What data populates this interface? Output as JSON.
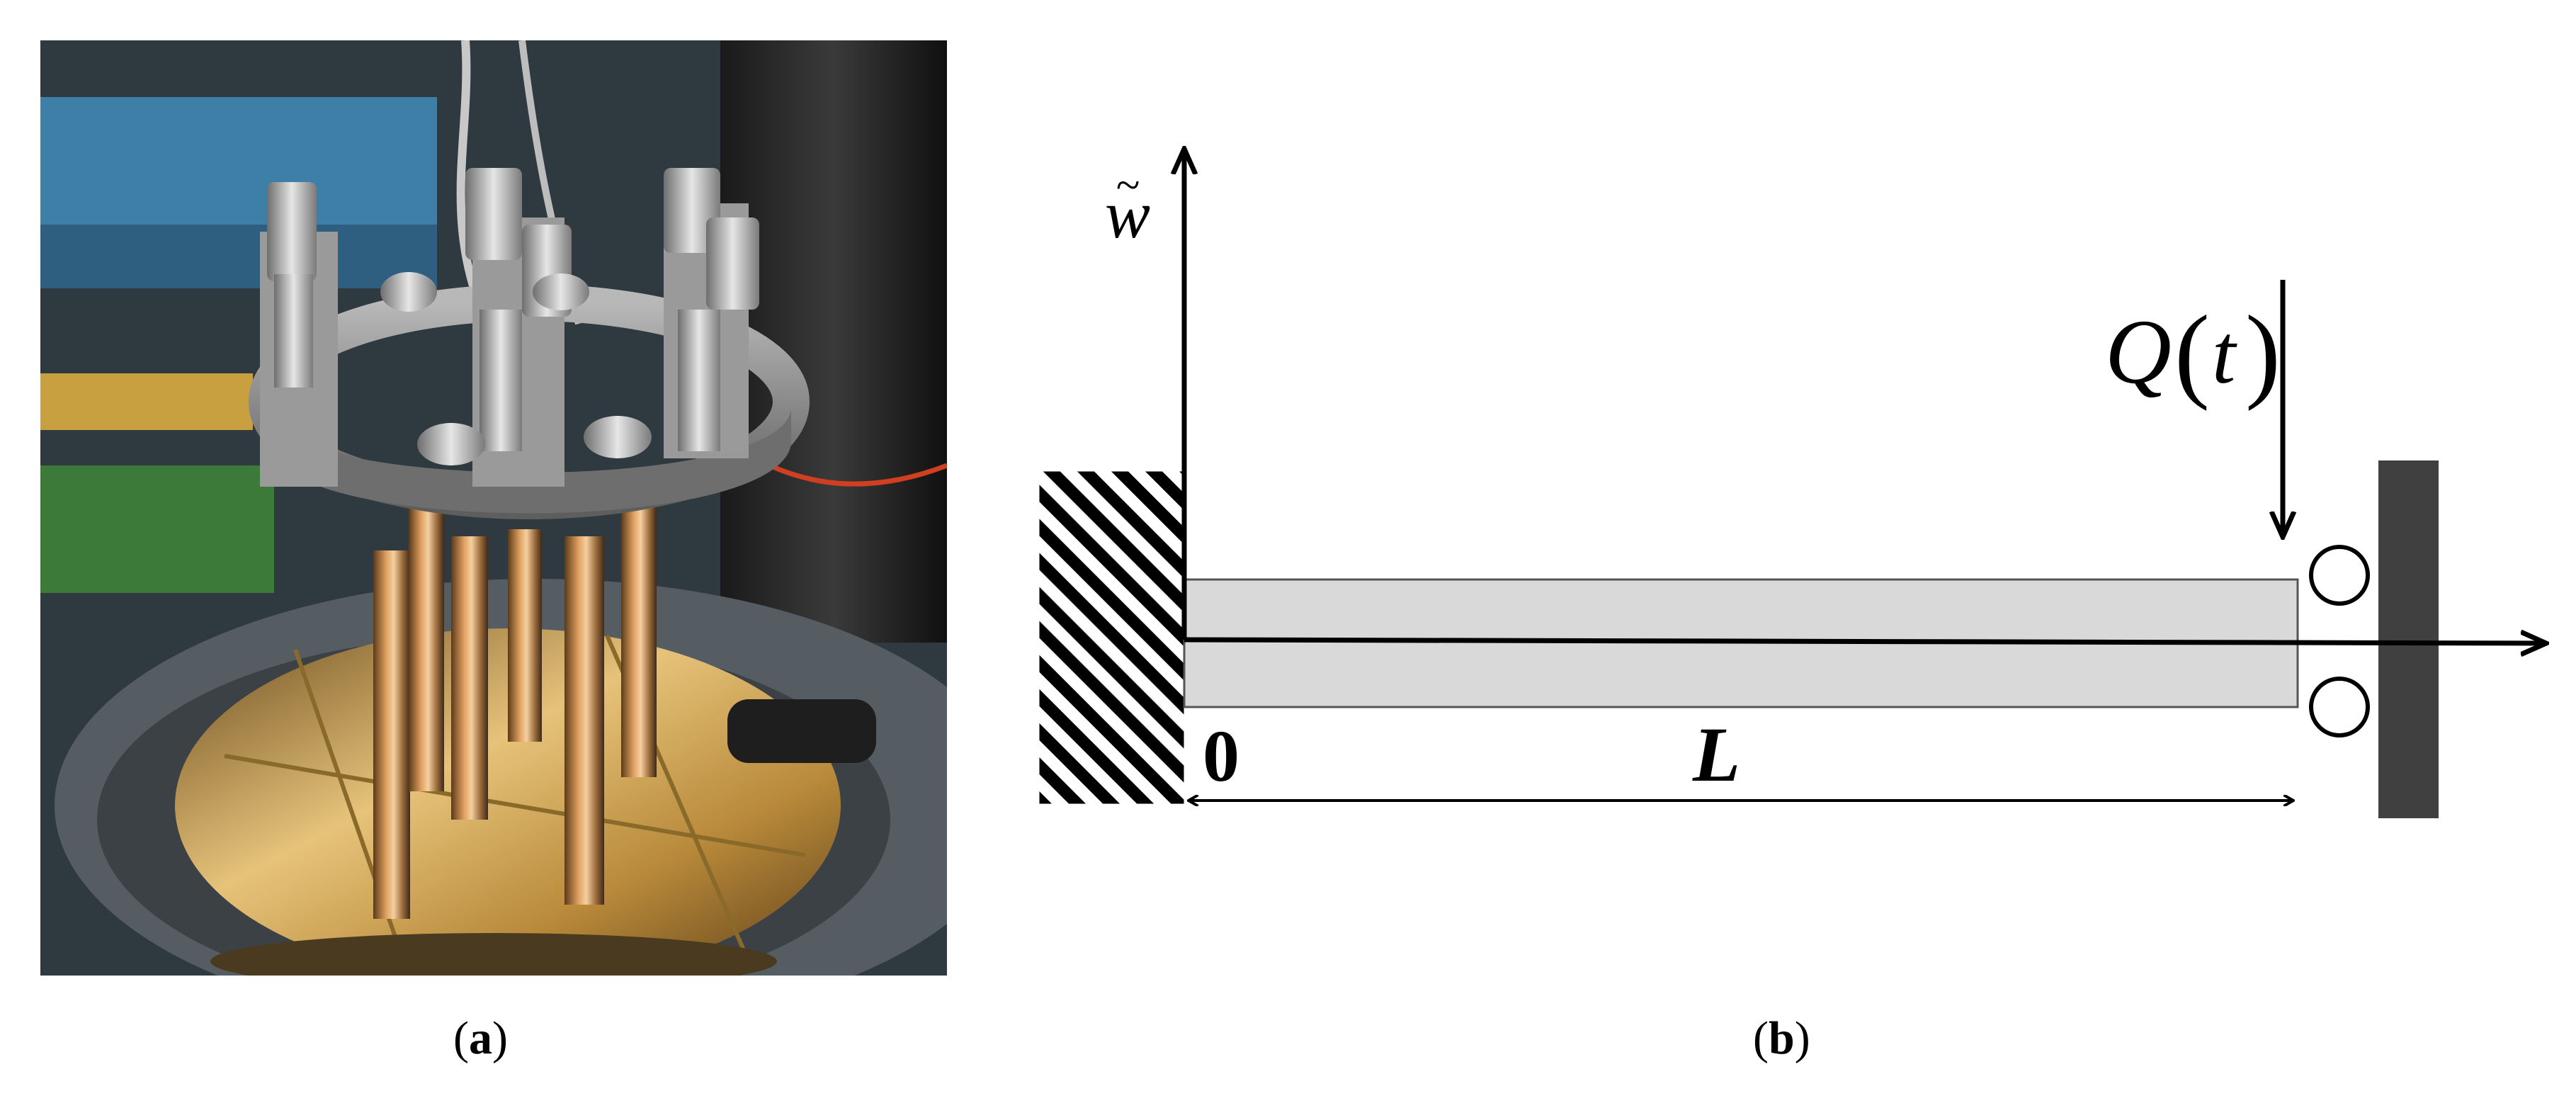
{
  "figure": {
    "panel_a": {
      "caption_open": "(",
      "caption_letter": "a",
      "caption_close": ")"
    },
    "panel_b": {
      "caption_open": "(",
      "caption_letter": "b",
      "caption_close": ")",
      "labels": {
        "displacement_base": "w",
        "displacement_accent": "~",
        "force_letter": "Q",
        "force_open": "(",
        "force_var": "t",
        "force_close": ")",
        "origin": "0",
        "length": "L"
      }
    }
  },
  "colors": {
    "beam_fill": "#d9d9d9",
    "support_wall": "#404040",
    "hatch": "#000000"
  }
}
